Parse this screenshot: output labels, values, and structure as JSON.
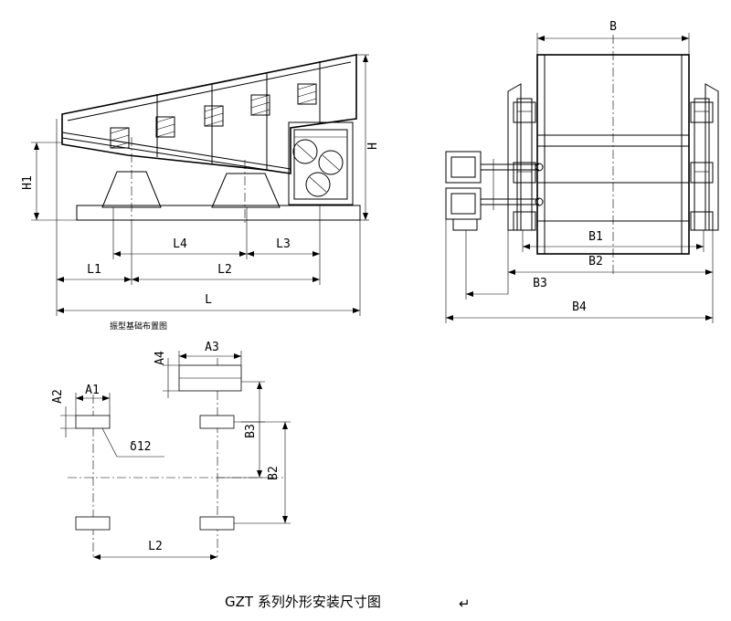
{
  "side_view": {
    "dims": {
      "H": "H",
      "H1": "H1",
      "L": "L",
      "L1": "L1",
      "L2": "L2",
      "L3": "L3",
      "L4": "L4"
    }
  },
  "end_view": {
    "dims": {
      "B": "B",
      "B1": "B1",
      "B2": "B2",
      "B3": "B3",
      "B4": "B4"
    }
  },
  "foundation_plan": {
    "title": "振型基础布置图",
    "dims": {
      "A1": "A1",
      "A2": "A2",
      "A3": "A3",
      "A4": "A4",
      "B2": "B2",
      "B3": "B3",
      "L2": "L2",
      "delta": "δ12"
    }
  },
  "caption": "GZT 系列外形安装尺寸图",
  "caption_mark": "↵"
}
